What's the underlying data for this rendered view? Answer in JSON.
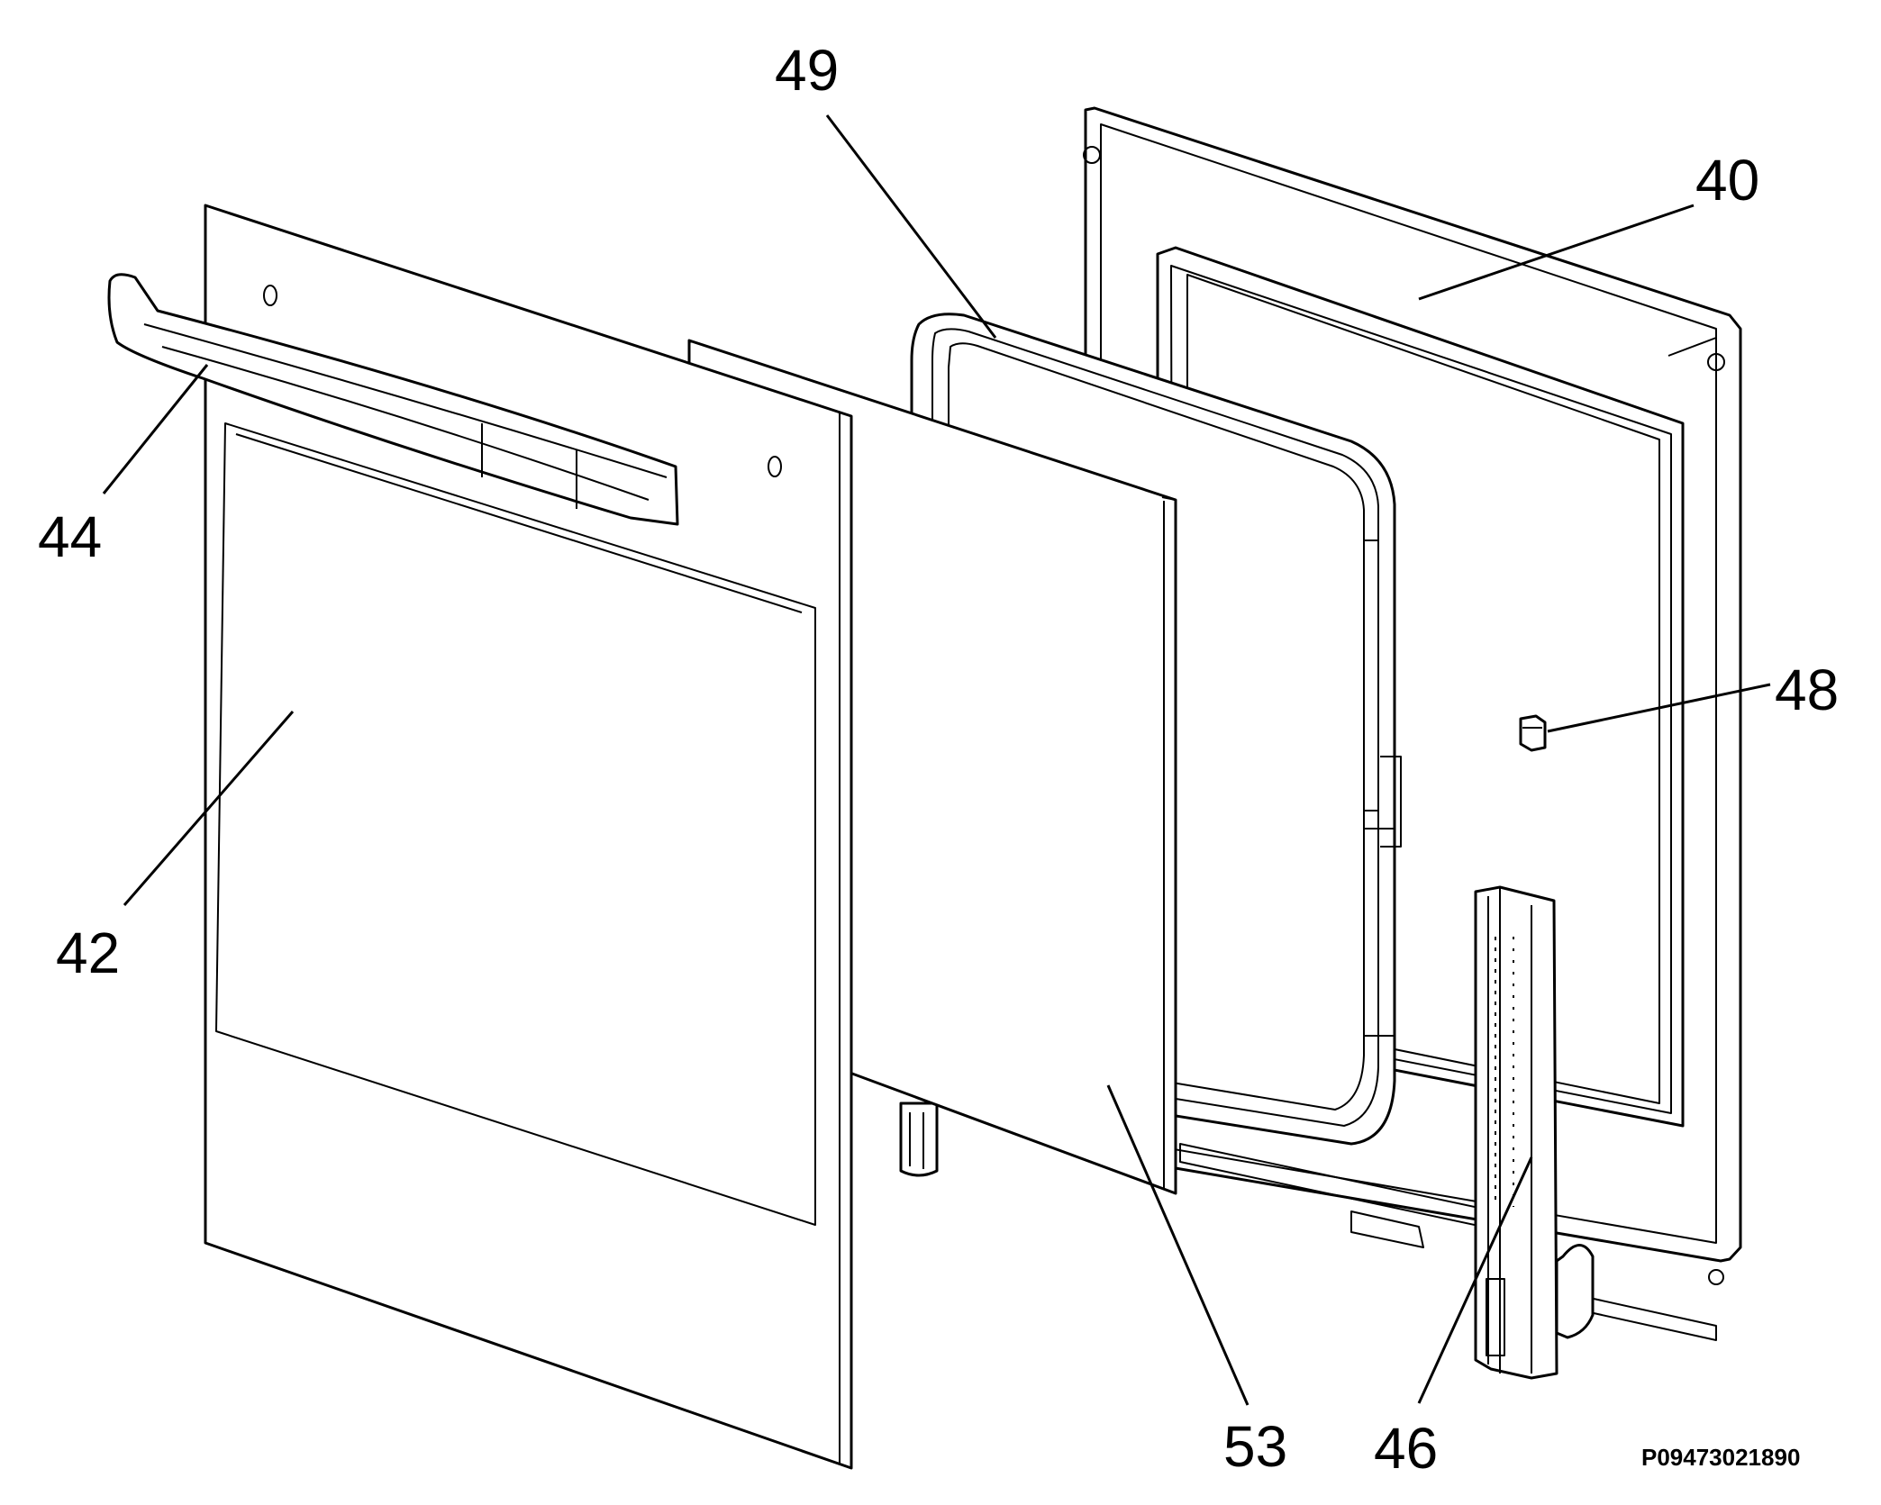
{
  "callouts": {
    "part_40": "40",
    "part_42": "42",
    "part_44": "44",
    "part_46": "46",
    "part_48": "48",
    "part_49": "49",
    "part_53": "53"
  },
  "drawing_code": "P09473021890",
  "colors": {
    "line": "#000000",
    "background": "#ffffff"
  }
}
